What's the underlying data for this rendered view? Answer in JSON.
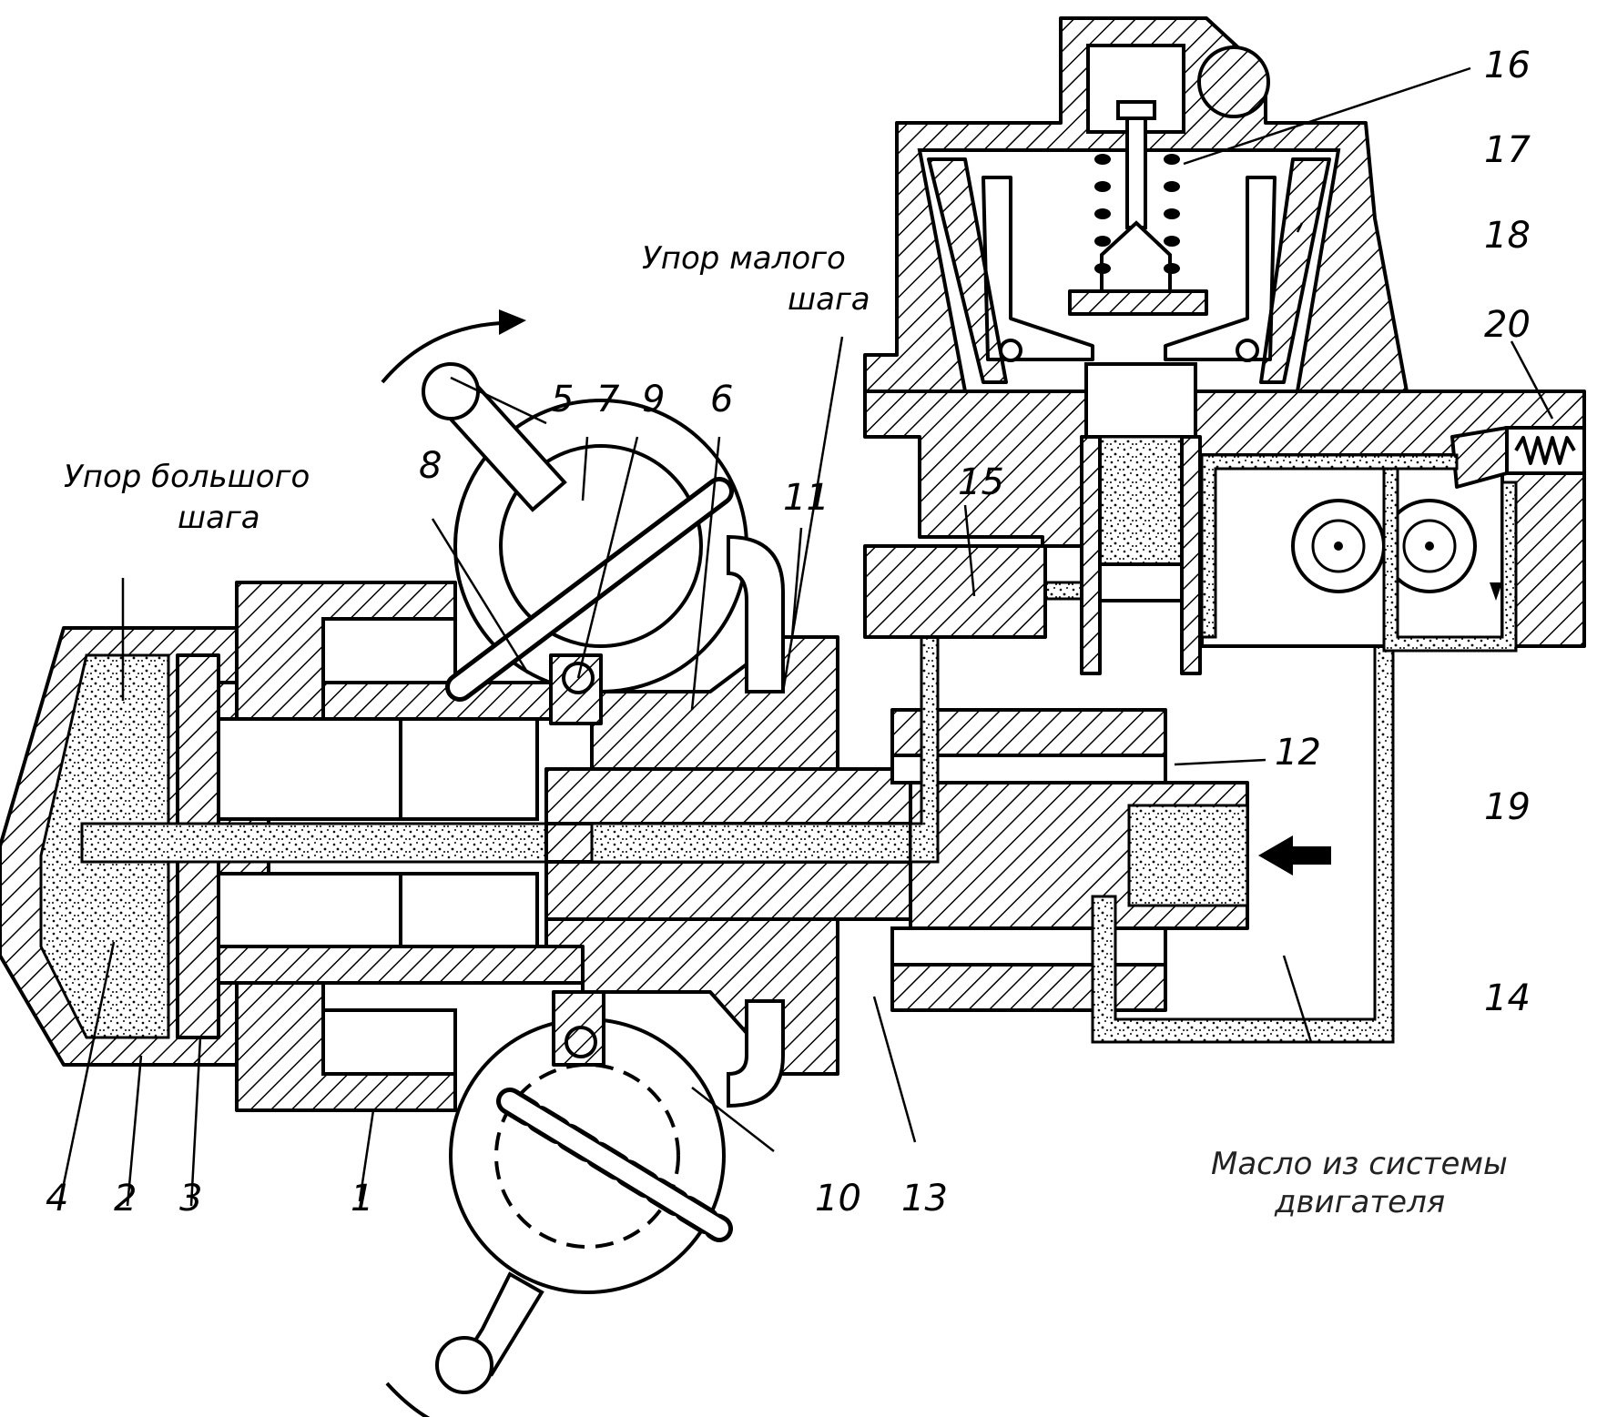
{
  "labels": {
    "n1": "1",
    "n2": "2",
    "n3": "3",
    "n4": "4",
    "n5": "5",
    "n6": "6",
    "n7": "7",
    "n8": "8",
    "n9": "9",
    "n10": "10",
    "n11": "11",
    "n12": "12",
    "n13": "13",
    "n14": "14",
    "n15": "15",
    "n16": "16",
    "n17": "17",
    "n18": "18",
    "n19": "19",
    "n20": "20"
  },
  "annotations": {
    "large_pitch_stop_line1": "Упор большого",
    "large_pitch_stop_line2": "шага",
    "small_pitch_stop_line1": "Упор малого",
    "small_pitch_stop_line2": "шага",
    "oil_source_line1": "Масло из системы",
    "oil_source_line2": "двигателя"
  },
  "colors": {
    "ink": "#000000",
    "paper": "#ffffff"
  }
}
